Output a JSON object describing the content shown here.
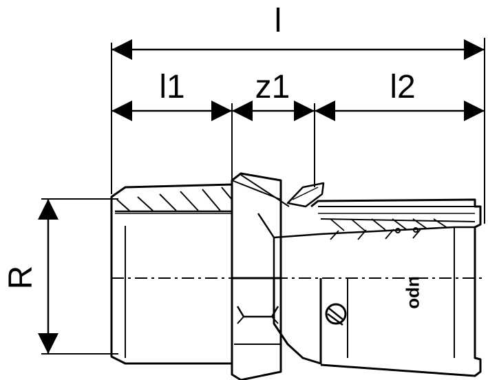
{
  "dimensions": {
    "overall_length": "l",
    "length_1": "l1",
    "length_z1": "z1",
    "length_2": "l2",
    "thread": "R"
  },
  "logo": "upo",
  "colors": {
    "line": "#000000",
    "background": "#ffffff"
  }
}
